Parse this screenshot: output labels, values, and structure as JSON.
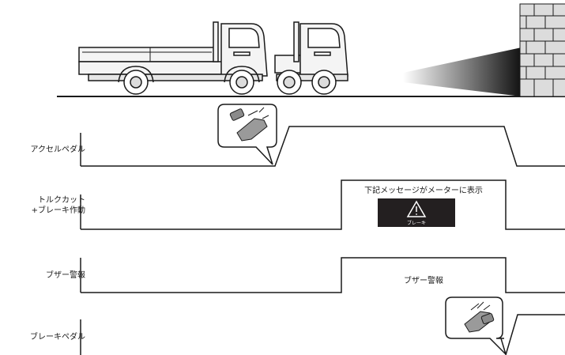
{
  "rows": {
    "accelerator": {
      "label": "アクセルペダル"
    },
    "torque_cut": {
      "label_line1": "トルクカット",
      "label_line2": "+ブレーキ作動"
    },
    "buzzer": {
      "label": "ブザー警報"
    },
    "brake": {
      "label": "ブレーキペダル"
    }
  },
  "meter_box": {
    "caption": "下記メッセージがメーターに表示",
    "icon_text": "ブレーキ",
    "warning_icon": "warning-triangle-icon"
  },
  "buzzer_box": {
    "text": "ブザー警報"
  },
  "icons": {
    "truck": "flatbed-truck-icon",
    "wall": "brick-wall-icon",
    "sensor_beam": "sensor-beam-icon",
    "accel_foot": "foot-pressing-pedal-icon",
    "brake_foot": "foot-pressing-pedal-icon"
  },
  "colors": {
    "line": "#1a1a1a",
    "wall_fill": "#d9d9d9",
    "meter_bg": "#231f20",
    "truck_fill": "#f2f2f2"
  }
}
